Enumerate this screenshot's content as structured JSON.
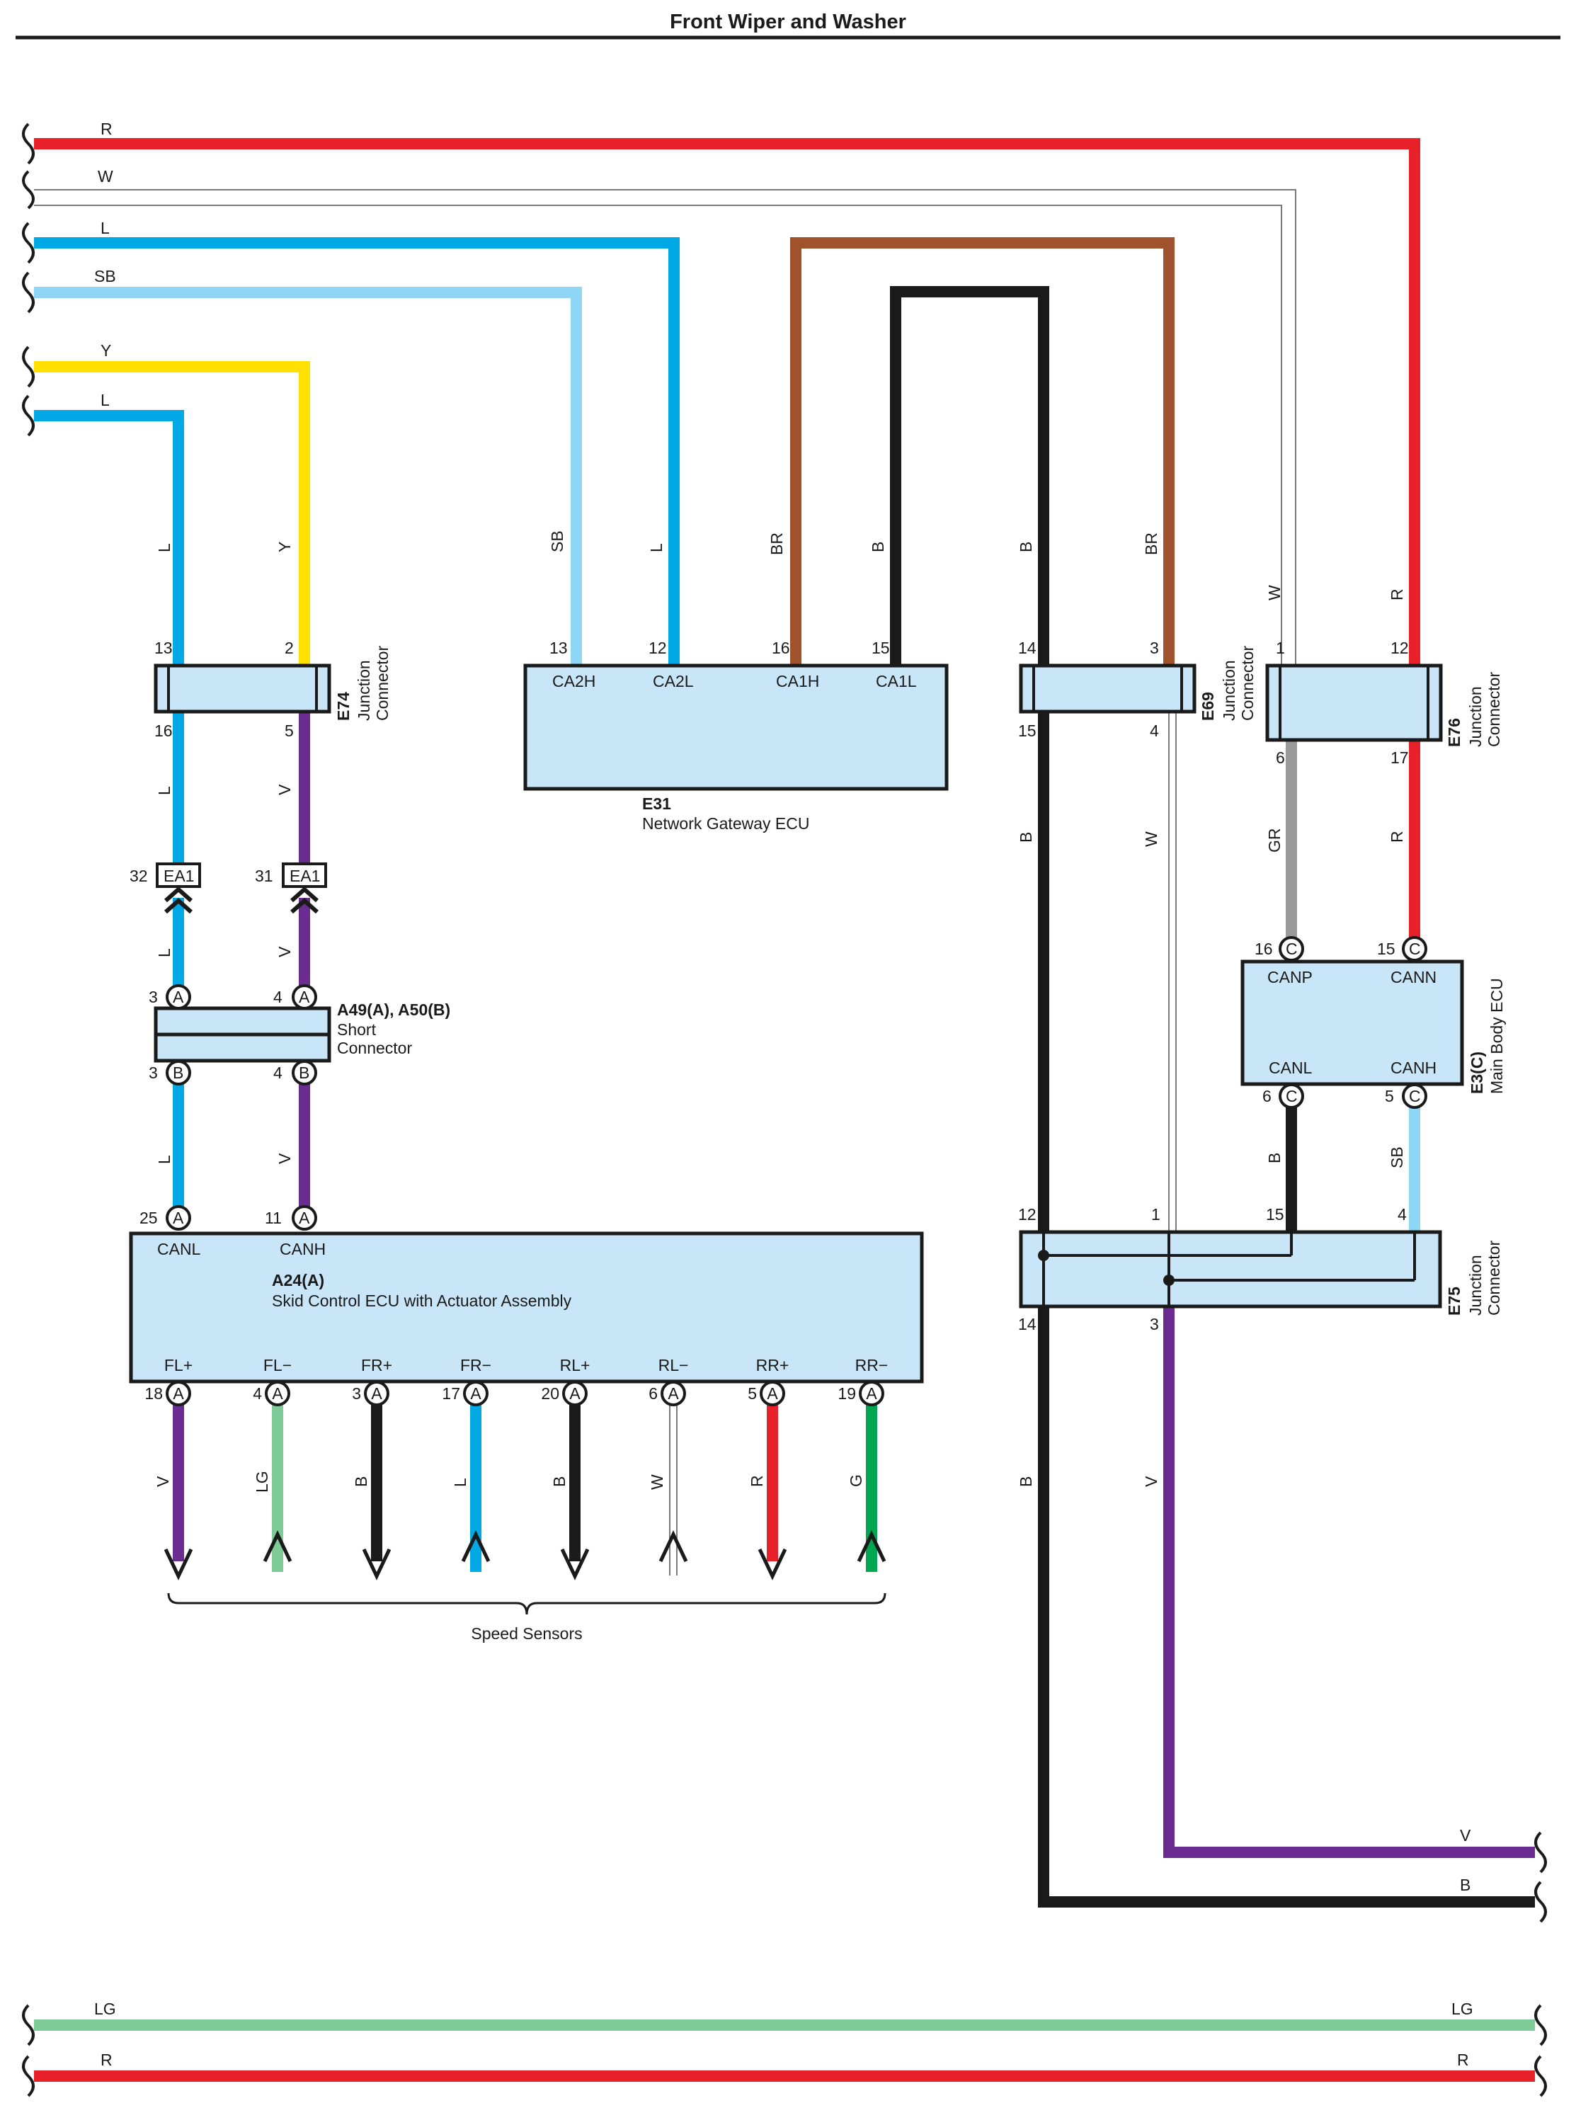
{
  "title": "Front Wiper and Washer",
  "colors": {
    "R": "#e8202a",
    "W": "#ffffff",
    "L": "#00a9e6",
    "SB": "#8fd6f5",
    "Y": "#ffe000",
    "BR": "#a0522d",
    "B": "#1a1a1a",
    "V": "#6a2c91",
    "GR": "#9a9a9a",
    "LG": "#7ecb98",
    "G": "#00a650",
    "component_fill": "#c8e6f8"
  },
  "wire_colors": {
    "top_r": "R",
    "top_w": "W",
    "top_l": "L",
    "top_sb": "SB",
    "left_y": "Y",
    "left_l": "L",
    "e74_in_l": "L",
    "e74_in_y": "Y",
    "e74_out_l": "L",
    "e74_out_v": "V",
    "ea1_l": "L",
    "ea1_v": "V",
    "short_l": "L",
    "short_v": "V",
    "e31_sb": "SB",
    "e31_l": "L",
    "e31_br": "BR",
    "e31_b": "B",
    "e69_b": "B",
    "e69_br": "BR",
    "e69_w": "W",
    "e69_out_b": "B",
    "e69_out_w": "W",
    "e76_r": "R",
    "e76_gr": "GR",
    "e76_out_r": "R",
    "e3_b": "B",
    "e3_sb": "SB",
    "e75_b": "B",
    "e75_v": "V",
    "s_fl_p": "V",
    "s_fl_m": "LG",
    "s_fr_p": "B",
    "s_fr_m": "L",
    "s_rl_p": "B",
    "s_rl_m": "W",
    "s_rr_p": "R",
    "s_rr_m": "G",
    "bottom_v": "V",
    "bottom_b": "B",
    "bottom_lg": "LG",
    "bottom_r": "R",
    "bottom_lg_right": "LG",
    "bottom_r_right": "R"
  },
  "components": {
    "e74": {
      "code": "E74",
      "name_line1": "Junction",
      "name_line2": "Connector",
      "pins": {
        "in_l": "13",
        "in_y": "2",
        "out_l": "16",
        "out_v": "5"
      }
    },
    "ea1": {
      "code_left": "EA1",
      "code_right": "EA1",
      "pin_left": "32",
      "pin_right": "31"
    },
    "a49": {
      "code": "A49(A), A50(B)",
      "name_line1": "Short",
      "name_line2": "Connector",
      "pins": {
        "a_left": "3",
        "a_right": "4",
        "b_left": "3",
        "b_right": "4"
      },
      "badges": {
        "a_left": "A",
        "a_right": "A",
        "b_left": "B",
        "b_right": "B"
      }
    },
    "e31": {
      "code": "E31",
      "name": "Network Gateway ECU",
      "terminals": [
        "CA2H",
        "CA2L",
        "CA1H",
        "CA1L"
      ],
      "pins": [
        "13",
        "12",
        "16",
        "15"
      ]
    },
    "e69": {
      "code": "E69",
      "name_line1": "Junction",
      "name_line2": "Connector",
      "pins": {
        "in_b": "14",
        "in_br": "3",
        "out_b": "15",
        "out_w": "4"
      }
    },
    "e76": {
      "code": "E76",
      "name_line1": "Junction",
      "name_line2": "Connector",
      "pins": {
        "in_w": "1",
        "in_r": "12",
        "out_gr": "6",
        "out_r": "17"
      }
    },
    "e3": {
      "code": "E3(C)",
      "name": "Main Body ECU",
      "terminals": {
        "canp": "CANP",
        "cann": "CANN",
        "canl": "CANL",
        "canh": "CANH"
      },
      "pins": {
        "canp": "16",
        "cann": "15",
        "canl": "6",
        "canh": "5"
      },
      "badge": "C"
    },
    "e75": {
      "code": "E75",
      "name_line1": "Junction",
      "name_line2": "Connector",
      "pins": {
        "in_b": "12",
        "in_w": "1",
        "in_canl": "15",
        "in_sb": "4",
        "out_b": "14",
        "out_v": "3"
      }
    },
    "a24": {
      "code": "A24(A)",
      "name": "Skid Control ECU with Actuator Assembly",
      "can_terminals": {
        "canl": "CANL",
        "canh": "CANH"
      },
      "can_pins": {
        "canl": "25",
        "canh": "11"
      },
      "badge": "A",
      "sensor_terminals": [
        "FL+",
        "FL−",
        "FR+",
        "FR−",
        "RL+",
        "RL−",
        "RR+",
        "RR−"
      ],
      "sensor_pins": [
        "18",
        "4",
        "3",
        "17",
        "20",
        "6",
        "5",
        "19"
      ]
    }
  },
  "speed_sensors_label": "Speed Sensors"
}
